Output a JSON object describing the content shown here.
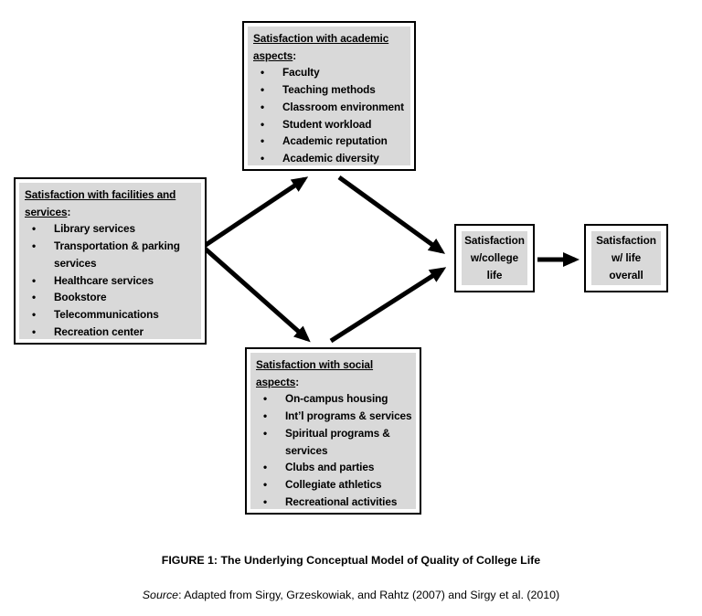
{
  "boxes": {
    "facilities": {
      "title": "Satisfaction with facilities and services",
      "colon": ":",
      "items": [
        "Library services",
        "Transportation & parking services",
        "Healthcare services",
        "Bookstore",
        "Telecommunications",
        "Recreation center"
      ]
    },
    "academic": {
      "title": "Satisfaction with academic aspects",
      "colon": ":",
      "items": [
        "Faculty",
        "Teaching methods",
        "Classroom environment",
        "Student workload",
        "Academic reputation",
        "Academic diversity"
      ]
    },
    "social": {
      "title": "Satisfaction with social aspects",
      "colon": ":",
      "items": [
        "On-campus housing",
        "Int’l programs & services",
        "Spiritual programs & services",
        "Clubs and parties",
        "Collegiate athletics",
        "Recreational activities"
      ]
    },
    "college_life": {
      "lines": [
        "Satisfaction",
        "w/college",
        "life"
      ]
    },
    "life_overall": {
      "lines": [
        "Satisfaction",
        "w/ life",
        "overall"
      ]
    }
  },
  "caption": {
    "figure": "FIGURE 1: The Underlying Conceptual Model of Quality of College Life",
    "source_prefix": "Source",
    "source_rest": ": Adapted from Sirgy, Grzeskowiak, and Rahtz (2007) and Sirgy et al. (2010)"
  },
  "glyphs": {
    "bullet": "•"
  },
  "colors": {
    "box_fill": "#d9d9d9",
    "border": "#000000",
    "arrow": "#000000",
    "background": "#ffffff"
  }
}
